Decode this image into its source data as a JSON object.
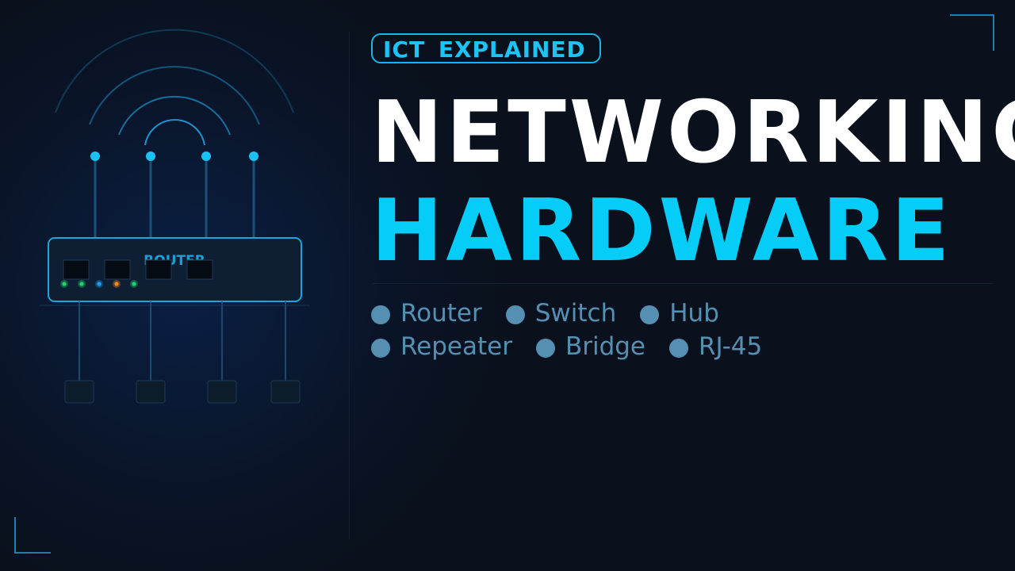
{
  "badge": {
    "label": "ICT  EXPLAINED"
  },
  "title": {
    "line1": "NETWORKING",
    "line2": "HARDWARE"
  },
  "tags": {
    "row1": [
      "Router",
      "Switch",
      "Hub"
    ],
    "row2": [
      "Repeater",
      "Bridge",
      "RJ-45"
    ]
  },
  "illustration": {
    "device_label": "ROUTER",
    "led_colors": [
      "#22d36a",
      "#22d36a",
      "#1aa0f0",
      "#f08a1a",
      "#22d36a"
    ]
  },
  "colors": {
    "background": "#0a111c",
    "accent_cyan": "#06cdf8",
    "badge_cyan": "#18b5e8",
    "tag_blue": "#5590b3",
    "title_white": "#ffffff"
  }
}
